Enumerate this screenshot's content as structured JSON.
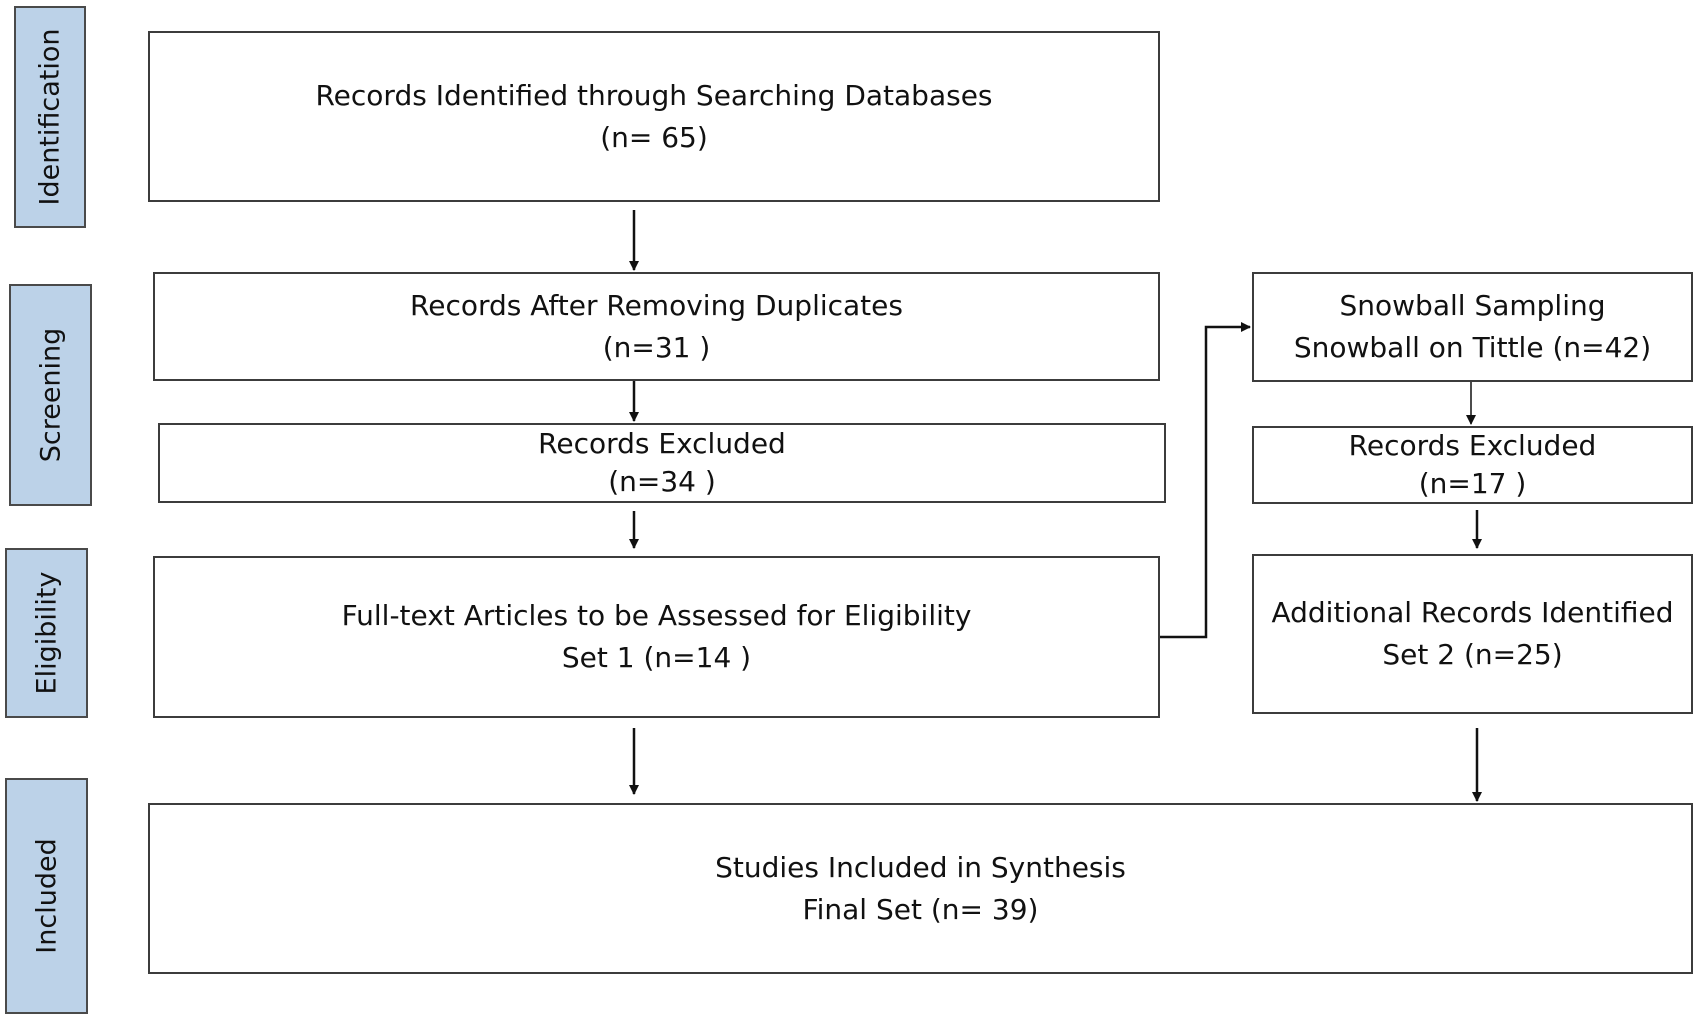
{
  "phases": {
    "identification": "Identification",
    "screening": "Screening",
    "eligibility": "Eligibility",
    "included": "Included"
  },
  "boxes": {
    "records_identified": {
      "title": "Records Identified through Searching Databases",
      "count": "(n= 65)"
    },
    "after_duplicates": {
      "title": "Records After Removing Duplicates",
      "count": "(n=31 )"
    },
    "excluded_1": {
      "title": "Records Excluded",
      "count": "(n=34 )"
    },
    "full_text": {
      "title": "Full-text Articles to be Assessed for Eligibility",
      "count": "Set 1 (n=14 )"
    },
    "snowball": {
      "title": "Snowball Sampling",
      "count": "Snowball on Tittle (n=42)"
    },
    "excluded_2": {
      "title": "Records Excluded",
      "count": "(n=17 )"
    },
    "additional": {
      "title": "Additional Records Identified",
      "count": "Set 2 (n=25)"
    },
    "included": {
      "title": "Studies Included in Synthesis",
      "count": "Final Set (n= 39)"
    }
  },
  "colors": {
    "phase_fill": "#bcd2e8",
    "border": "#3c3c3c",
    "arrow": "#111111"
  }
}
